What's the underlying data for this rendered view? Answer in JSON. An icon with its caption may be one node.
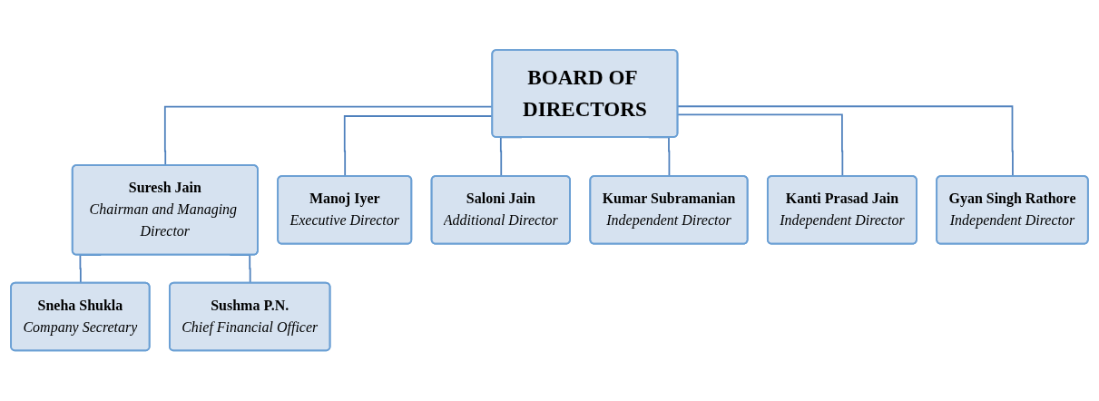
{
  "diagram": {
    "nodes": [
      {
        "text": [
          "BOARD OF DIRECTORS"
        ]
      },
      {
        "text": [
          "Suresh Jain",
          "Chairman and Managing Director"
        ]
      },
      {
        "text": [
          "Manoj Iyer",
          "Executive Director"
        ]
      },
      {
        "text": [
          "Saloni Jain",
          "Additional Director"
        ]
      },
      {
        "text": [
          "Kumar Subramanian",
          "Independent Director"
        ]
      },
      {
        "text": [
          "Kanti Prasad Jain",
          "Independent Director"
        ]
      },
      {
        "text": [
          "Gyan Singh Rathore",
          "Independent Director"
        ]
      },
      {
        "text": [
          "Sneha Shukla",
          "Company Secretary"
        ]
      },
      {
        "text": [
          "Sushma P.N.",
          "Chief Financial Officer"
        ]
      }
    ],
    "edges": [
      {
        "from": 0,
        "to": 1,
        "arrow": "none"
      },
      {
        "from": 0,
        "to": 2,
        "arrow": "none"
      },
      {
        "from": 0,
        "to": 3,
        "arrow": "none"
      },
      {
        "from": 0,
        "to": 4,
        "arrow": "none"
      },
      {
        "from": 0,
        "to": 5,
        "arrow": "none"
      },
      {
        "from": 0,
        "to": 6,
        "arrow": "none"
      },
      {
        "from": 1,
        "to": 7,
        "arrow": "none"
      },
      {
        "from": 1,
        "to": 8,
        "arrow": "none"
      }
    ]
  }
}
